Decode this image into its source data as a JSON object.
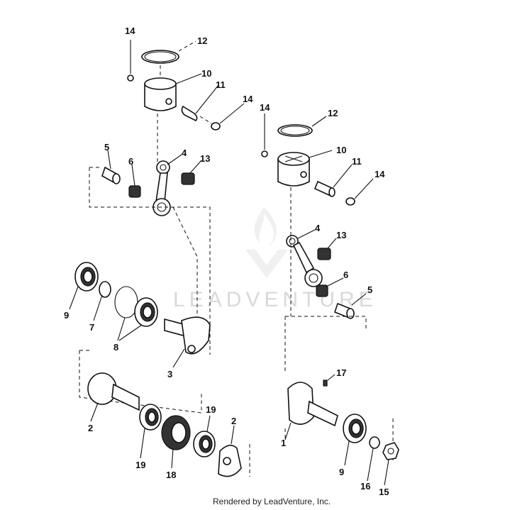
{
  "watermark": {
    "text": "LEADVENTURE"
  },
  "footer": {
    "text": "Rendered by LeadVenture, Inc."
  },
  "callouts": {
    "left_14a": "14",
    "left_12": "12",
    "left_10": "10",
    "left_11": "11",
    "left_14b": "14",
    "left_5": "5",
    "left_6": "6",
    "left_4": "4",
    "left_13": "13",
    "left_9": "9",
    "left_7": "7",
    "left_8": "8",
    "left_3": "3",
    "left_2a": "2",
    "left_19a": "19",
    "left_18": "18",
    "left_19b": "19",
    "left_2b": "2",
    "right_14a": "14",
    "right_12": "12",
    "right_10": "10",
    "right_11": "11",
    "right_14b": "14",
    "right_4": "4",
    "right_13": "13",
    "right_6": "6",
    "right_5": "5",
    "right_17": "17",
    "right_1": "1",
    "right_9": "9",
    "right_16": "16",
    "right_15": "15"
  }
}
